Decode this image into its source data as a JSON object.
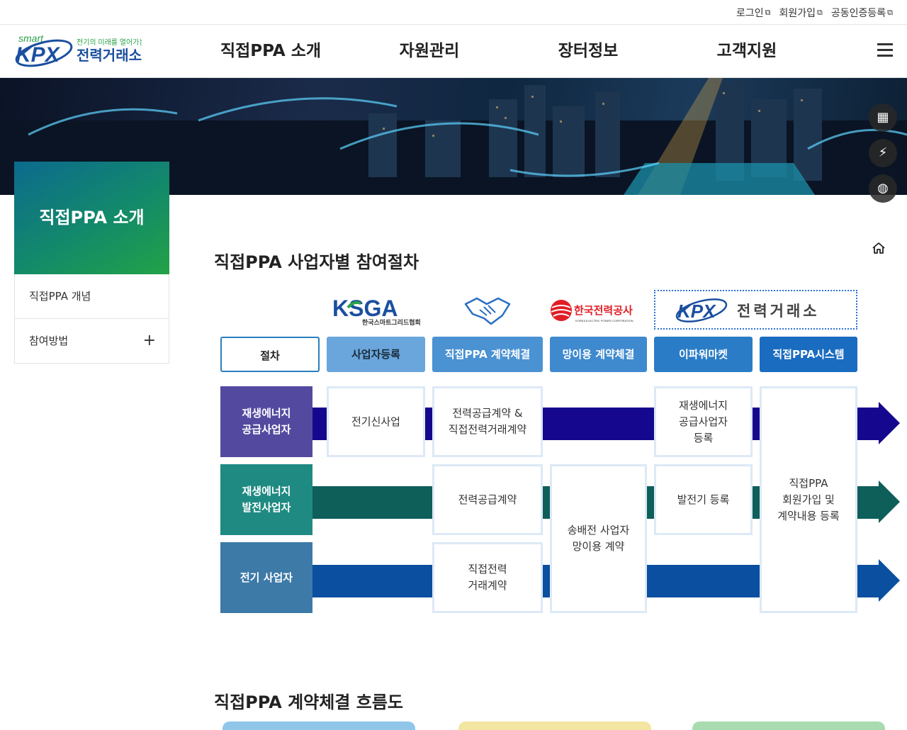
{
  "top_links": [
    "로그인",
    "회원가입",
    "공동인증등록"
  ],
  "logo": {
    "small": "smart",
    "slogan": "전기의 미래를 열어가는",
    "name": "전력거래소",
    "mark": "KPX"
  },
  "gnb": [
    "직접PPA 소개",
    "자원관리",
    "장터정보",
    "고객지원"
  ],
  "lnb": {
    "title": "직접PPA 소개",
    "items": [
      "직접PPA 개념",
      "참여방법"
    ],
    "expand_glyph": "+"
  },
  "section1_title": "직접PPA 사업자별 참여절차",
  "orgs": {
    "ksga_mark": "KSGA",
    "ksga_name": "한국스마트그리드협회",
    "kepco_name": "한국전력공사",
    "kepco_sub": "KOREA ELECTRIC POWER CORPORATION",
    "kpx_mark": "KPX",
    "kpx_name": "전력거래소"
  },
  "tabs": [
    "절차",
    "사업자등록",
    "직접PPA 계약체결",
    "망이용 계약체결",
    "이파워마켓",
    "직접PPA시스템"
  ],
  "rows": [
    {
      "label1": "재생에너지",
      "label2": "공급사업자",
      "color": "#534aa0"
    },
    {
      "label1": "재생에너지",
      "label2": "발전사업자",
      "color": "#1f8a82"
    },
    {
      "label1": "전기 사업자",
      "label2": "",
      "color": "#3d7aa8"
    }
  ],
  "cells": {
    "r1_registration": "전기신사업",
    "r1_contract_a": "전력공급계약 &",
    "r1_contract_b": "직접전력거래계약",
    "r1_epower_a": "재생에너지",
    "r1_epower_b": "공급사업자",
    "r1_epower_c": "등록",
    "r2_contract": "전력공급계약",
    "r2_epower": "발전기 등록",
    "r3_contract_a": "직접전력",
    "r3_contract_b": "거래계약",
    "network_a": "송배전 사업자",
    "network_b": "망이용 계약",
    "system_a": "직접PPA",
    "system_b": "회원가입 및",
    "system_c": "계약내용 등록"
  },
  "section2_title": "직접PPA 계약체결 흐름도",
  "colors": {
    "band1": "#15088f",
    "band2": "#0e5e5a",
    "band3": "#0a4fa0",
    "tab_first_border": "#2a7fc0",
    "tab_light": "#6aa6dc",
    "tab_mid": "#4b92d3",
    "tab_dark": "#1a6cc0"
  }
}
